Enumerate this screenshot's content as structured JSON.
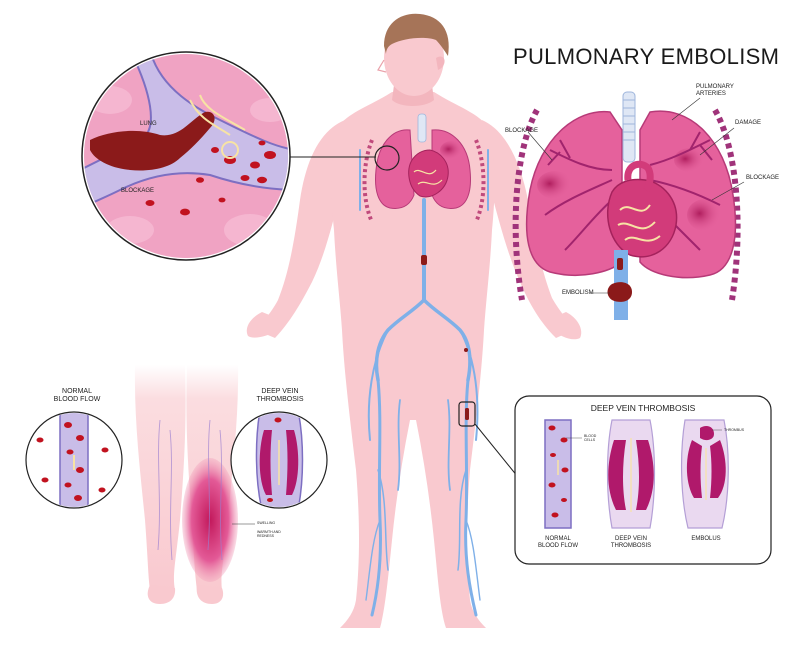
{
  "title": "PULMONARY EMBOLISM",
  "labels": {
    "lung": "LUNG",
    "blockage_zoom": "BLOCKAGE",
    "blockage_left": "BLOCKAGE",
    "pulmonary_arteries": "PULMONARY\nARTERIES",
    "damage": "DAMAGE",
    "blockage_right": "BLOCKAGE",
    "embolism": "EMBOLISM",
    "normal_blood_flow_left": "NORMAL\nBLOOD FLOW",
    "deep_vein_thrombosis_left": "DEEP VEIN\nTHROMBOSIS",
    "swelling": "SWELLING",
    "warmth": "WARMTH AND\nREDNESS",
    "dvt_panel_title": "DEEP VEIN THROMBOSIS",
    "blood_cells": "BLOOD\nCELLS",
    "thrombus": "THROMBUS",
    "panel_normal": "NORMAL\nBLOOD FLOW",
    "panel_dvt": "DEEP VEIN\nTHROMBOSIS",
    "panel_embolus": "EMBOLUS"
  },
  "colors": {
    "skin": "#f9c9cf",
    "skin_light": "#fbdde0",
    "hair": "#a67458",
    "lung": "#e5619c",
    "lung_dark": "#b73a78",
    "vein": "#7fb0e8",
    "blood": "#c1121f",
    "clot": "#8b1a1a",
    "vessel_lilac": "#c9bde8",
    "zoom_bg": "#f0a3c3"
  }
}
